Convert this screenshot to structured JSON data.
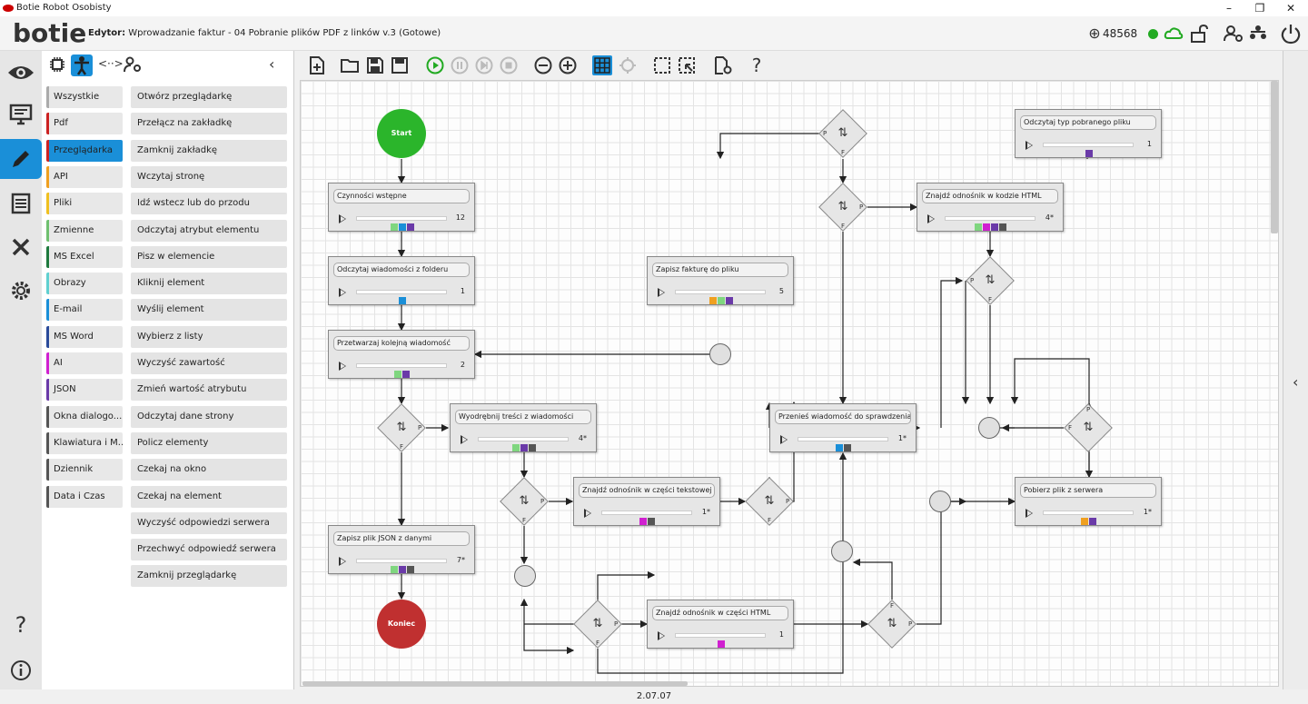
{
  "window": {
    "title": "Botie Robot Osobisty"
  },
  "header": {
    "logo": "botie",
    "editor_label": "Edytor:",
    "editor_title": "Wprowadzanie faktur - 04 Pobranie plików PDF z linków v.3 (Gotowe)",
    "credits": "48568",
    "status_color": "#22aa22"
  },
  "panel": {
    "categories": [
      {
        "label": "Wszystkie",
        "color": "#aaaaaa"
      },
      {
        "label": "Pdf",
        "color": "#cc2222"
      },
      {
        "label": "Przeglądarka",
        "color": "#cc2222"
      },
      {
        "label": "API",
        "color": "#f0a020"
      },
      {
        "label": "Pliki",
        "color": "#f0c020"
      },
      {
        "label": "Zmienne",
        "color": "#70c070"
      },
      {
        "label": "MS Excel",
        "color": "#1e7a3e"
      },
      {
        "label": "Obrazy",
        "color": "#60d0d0"
      },
      {
        "label": "E-mail",
        "color": "#1a8fd8"
      },
      {
        "label": "MS Word",
        "color": "#2a4a9a"
      },
      {
        "label": "AI",
        "color": "#d020d0"
      },
      {
        "label": "JSON",
        "color": "#6a3aa8"
      },
      {
        "label": "Okna dialogo...",
        "color": "#555555"
      },
      {
        "label": "Klawiatura i M...",
        "color": "#555555"
      },
      {
        "label": "Dziennik",
        "color": "#555555"
      },
      {
        "label": "Data i Czas",
        "color": "#555555"
      }
    ],
    "actions": [
      "Otwórz przeglądarkę",
      "Przełącz na zakładkę",
      "Zamknij zakładkę",
      "Wczytaj stronę",
      "Idź wstecz lub do przodu",
      "Odczytaj atrybut elementu",
      "Pisz w elemencie",
      "Kliknij element",
      "Wyślij element",
      "Wybierz z listy",
      "Wyczyść zawartość",
      "Zmień wartość atrybutu",
      "Odczytaj dane strony",
      "Policz elementy",
      "Czekaj na okno",
      "Czekaj na element",
      "Wyczyść odpowiedzi serwera",
      "Przechwyć odpowiedź serwera",
      "Zamknij przeglądarkę"
    ]
  },
  "flow": {
    "start": "Start",
    "end": "Koniec",
    "decision_p": "P",
    "decision_f": "F",
    "nodes": [
      {
        "title": "Czynności wstępne",
        "count": "12",
        "colors": [
          "#7fd67f",
          "#1a8fd8",
          "#6a3aa8"
        ]
      },
      {
        "title": "Odczytaj wiadomości z folderu",
        "count": "1",
        "colors": [
          "#1a8fd8"
        ]
      },
      {
        "title": "Przetwarzaj kolejną wiadomość",
        "count": "2",
        "colors": [
          "#7fd67f",
          "#6a3aa8"
        ]
      },
      {
        "title": "Zapisz plik JSON z danymi",
        "count": "7*",
        "colors": [
          "#7fd67f",
          "#6a3aa8",
          "#555555"
        ]
      },
      {
        "title": "Wyodrębnij treści z wiadomości",
        "count": "4*",
        "colors": [
          "#7fd67f",
          "#6a3aa8",
          "#555555"
        ]
      },
      {
        "title": "Znajdź odnośnik w części tekstowej",
        "count": "1*",
        "colors": [
          "#d020d0",
          "#555555"
        ]
      },
      {
        "title": "Znajdź odnośnik w części HTML",
        "count": "1",
        "colors": [
          "#d020d0"
        ]
      },
      {
        "title": "Zapisz fakturę do pliku",
        "count": "5",
        "colors": [
          "#f0a020",
          "#7fd67f",
          "#6a3aa8"
        ]
      },
      {
        "title": "Przenieś wiadomość do sprawdzenia",
        "count": "1*",
        "colors": [
          "#1a8fd8",
          "#555555"
        ]
      },
      {
        "title": "Odczytaj typ pobranego pliku",
        "count": "1",
        "colors": [
          "#6a3aa8"
        ]
      },
      {
        "title": "Znajdź odnośnik w kodzie HTML",
        "count": "4*",
        "colors": [
          "#7fd67f",
          "#d020d0",
          "#6a3aa8",
          "#555555"
        ]
      },
      {
        "title": "Pobierz plik z serwera",
        "count": "1*",
        "colors": [
          "#f0a020",
          "#6a3aa8"
        ]
      }
    ]
  },
  "status": {
    "version": "2.07.07"
  }
}
